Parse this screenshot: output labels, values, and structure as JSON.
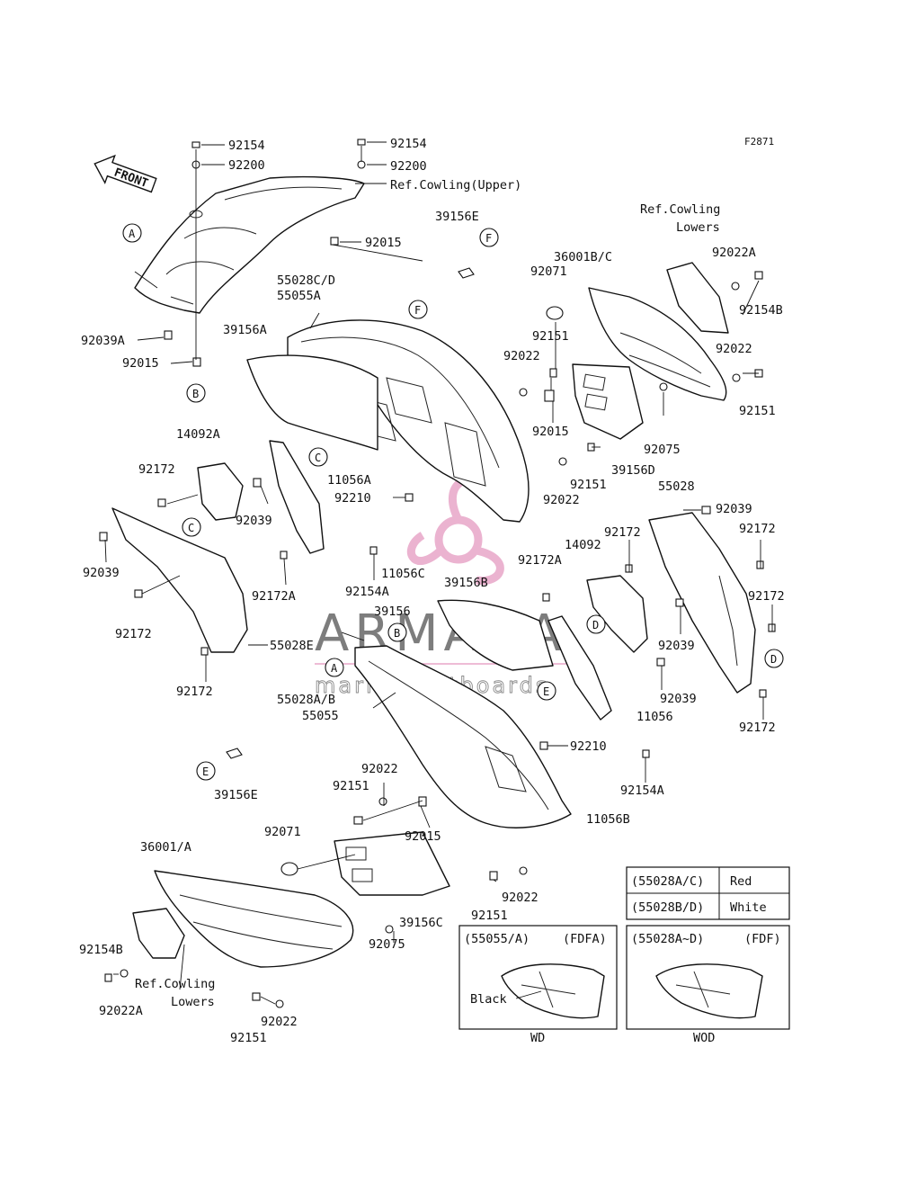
{
  "figure_code": "F2871",
  "front_arrow": "FRONT",
  "watermark": {
    "brand": "ARMADA",
    "tagline": "marine outboards",
    "color": "#e8a6c8"
  },
  "labels": [
    {
      "id": "l1",
      "text": "92154"
    },
    {
      "id": "l2",
      "text": "92200"
    },
    {
      "id": "l3",
      "text": "92154"
    },
    {
      "id": "l4",
      "text": "92200"
    },
    {
      "id": "l5",
      "text": "Ref.Cowling(Upper)"
    },
    {
      "id": "l6",
      "text": "92015"
    },
    {
      "id": "l7",
      "text": "39156E"
    },
    {
      "id": "l8",
      "text": "Ref.Cowling"
    },
    {
      "id": "l9",
      "text": "Lowers"
    },
    {
      "id": "l10",
      "text": "36001B/C"
    },
    {
      "id": "l11",
      "text": "92022A"
    },
    {
      "id": "l12",
      "text": "92071"
    },
    {
      "id": "l13",
      "text": "55028C/D"
    },
    {
      "id": "l14",
      "text": "55055A"
    },
    {
      "id": "l15",
      "text": "92154B"
    },
    {
      "id": "l16",
      "text": "92039A"
    },
    {
      "id": "l17",
      "text": "39156A"
    },
    {
      "id": "l18",
      "text": "92015"
    },
    {
      "id": "l19",
      "text": "92151"
    },
    {
      "id": "l20",
      "text": "92022"
    },
    {
      "id": "l21",
      "text": "92022"
    },
    {
      "id": "l22",
      "text": "92151"
    },
    {
      "id": "l23",
      "text": "14092A"
    },
    {
      "id": "l24",
      "text": "92015"
    },
    {
      "id": "l25",
      "text": "92075"
    },
    {
      "id": "l26",
      "text": "92172"
    },
    {
      "id": "l27",
      "text": "11056A"
    },
    {
      "id": "l28",
      "text": "92151"
    },
    {
      "id": "l29",
      "text": "39156D"
    },
    {
      "id": "l30",
      "text": "92210"
    },
    {
      "id": "l31",
      "text": "92022"
    },
    {
      "id": "l32",
      "text": "55028"
    },
    {
      "id": "l33",
      "text": "92039"
    },
    {
      "id": "l34",
      "text": "92039"
    },
    {
      "id": "l35",
      "text": "92172"
    },
    {
      "id": "l36",
      "text": "92039"
    },
    {
      "id": "l37",
      "text": "92172"
    },
    {
      "id": "l38",
      "text": "14092"
    },
    {
      "id": "l39",
      "text": "11056C"
    },
    {
      "id": "l40",
      "text": "92154A"
    },
    {
      "id": "l41",
      "text": "39156B"
    },
    {
      "id": "l42",
      "text": "92172A"
    },
    {
      "id": "l43",
      "text": "92172"
    },
    {
      "id": "l44",
      "text": "92172A"
    },
    {
      "id": "l45",
      "text": "92172"
    },
    {
      "id": "l46",
      "text": "39156"
    },
    {
      "id": "l47",
      "text": "55028E"
    },
    {
      "id": "l48",
      "text": "92039"
    },
    {
      "id": "l49",
      "text": "92172"
    },
    {
      "id": "l50",
      "text": "92039"
    },
    {
      "id": "l51",
      "text": "55028A/B"
    },
    {
      "id": "l52",
      "text": "55055"
    },
    {
      "id": "l53",
      "text": "11056"
    },
    {
      "id": "l54",
      "text": "92172"
    },
    {
      "id": "l55",
      "text": "92210"
    },
    {
      "id": "l56",
      "text": "92022"
    },
    {
      "id": "l57",
      "text": "92151"
    },
    {
      "id": "l58",
      "text": "92154A"
    },
    {
      "id": "l59",
      "text": "39156E"
    },
    {
      "id": "l60",
      "text": "92015"
    },
    {
      "id": "l61",
      "text": "11056B"
    },
    {
      "id": "l62",
      "text": "92071"
    },
    {
      "id": "l63",
      "text": "36001/A"
    },
    {
      "id": "l64",
      "text": "92022"
    },
    {
      "id": "l65",
      "text": "92151"
    },
    {
      "id": "l66",
      "text": "39156C"
    },
    {
      "id": "l67",
      "text": "92075"
    },
    {
      "id": "l68",
      "text": "92154B"
    },
    {
      "id": "l69",
      "text": "Ref.Cowling"
    },
    {
      "id": "l70",
      "text": "Lowers"
    },
    {
      "id": "l71",
      "text": "92022A"
    },
    {
      "id": "l72",
      "text": "92022"
    },
    {
      "id": "l73",
      "text": "92151"
    }
  ],
  "callouts": [
    {
      "id": "c1",
      "letter": "A"
    },
    {
      "id": "c2",
      "letter": "B"
    },
    {
      "id": "c3",
      "letter": "F"
    },
    {
      "id": "c4",
      "letter": "F"
    },
    {
      "id": "c5",
      "letter": "C"
    },
    {
      "id": "c6",
      "letter": "C"
    },
    {
      "id": "c7",
      "letter": "D"
    },
    {
      "id": "c8",
      "letter": "D"
    },
    {
      "id": "c9",
      "letter": "B"
    },
    {
      "id": "c10",
      "letter": "A"
    },
    {
      "id": "c11",
      "letter": "E"
    },
    {
      "id": "c12",
      "letter": "E"
    }
  ],
  "color_table": [
    {
      "code": "(55028A/C)",
      "color": "Red"
    },
    {
      "code": "(55028B/D)",
      "color": "White"
    }
  ],
  "variants": [
    {
      "part": "(55055/A)",
      "model": "(FDFA)",
      "note": "Black",
      "caption": "WD"
    },
    {
      "part": "(55028A~D)",
      "model": "(FDF)",
      "note": "",
      "caption": "WOD"
    }
  ]
}
